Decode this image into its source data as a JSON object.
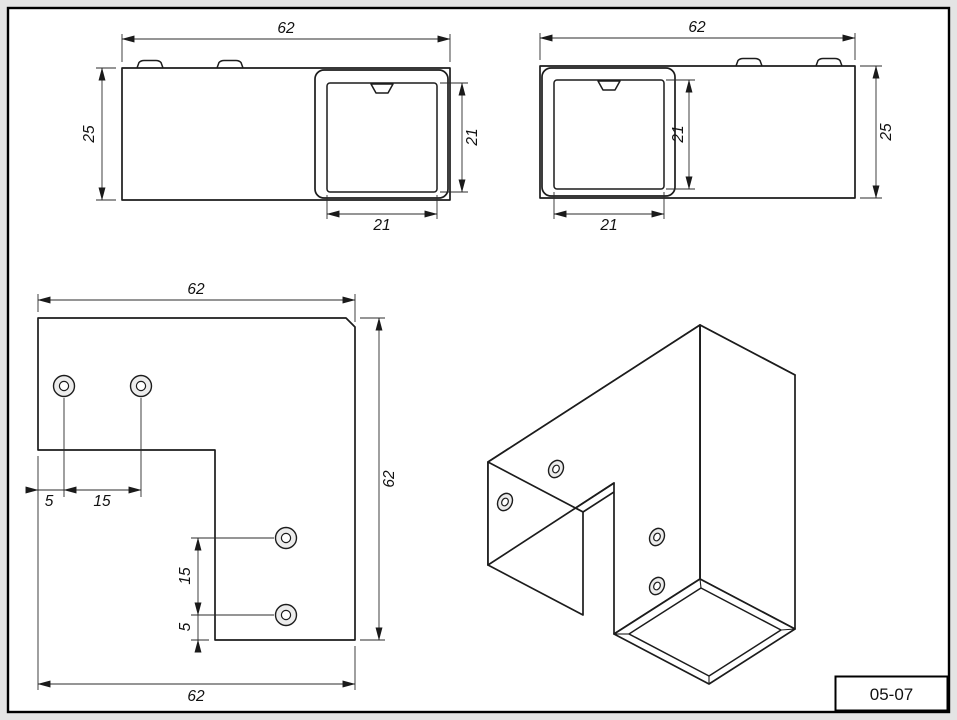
{
  "sheet": {
    "part_number": "05-07",
    "views": {
      "bottom_view": {
        "width": "62",
        "height": "25",
        "bore_height": "21",
        "bore_width": "21"
      },
      "top_view": {
        "width": "62",
        "bore_height": "21",
        "height": "25",
        "bore_width": "21"
      },
      "side_view": {
        "width_top": "62",
        "height_right": "62",
        "width_bottom": "62",
        "hole_edge_offset": "5",
        "hole_pitch": "15",
        "hole_pitch_vertical": "15",
        "hole_edge_offset_vertical": "5"
      }
    }
  }
}
